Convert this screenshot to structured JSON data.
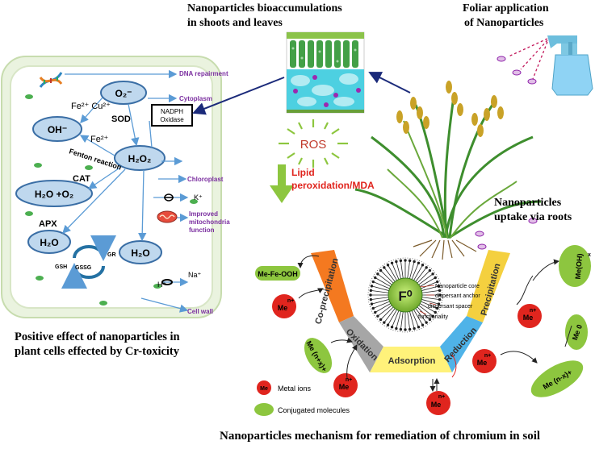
{
  "headings": {
    "bioaccumulation": [
      "Nanoparticles bioaccumulations",
      "in shoots and leaves"
    ],
    "foliar": [
      "Foliar application",
      "of Nanoparticles"
    ],
    "uptake": [
      "Nanoparticles",
      "uptake via roots"
    ],
    "positive": [
      "Positive effect of nanoparticles in",
      "plant cells effected by Cr-toxicity"
    ],
    "mechanism": "Nanoparticles mechanism for remediation of chromium in soil"
  },
  "cell": {
    "species": {
      "superoxide": "O₂⁻",
      "hydroxyl": "OH⁻",
      "h2o2": "H₂O₂",
      "h2o_o2": "H₂O +O₂",
      "h2o_apx": "H₂O",
      "h2o_gr": "H₂O"
    },
    "labels": {
      "fe_cu": "Fe²⁺ Cu²⁺",
      "fe": "Fe²⁺",
      "sod": "SOD",
      "fenton": "Fenton reaction",
      "cat": "CAT",
      "apx": "APX",
      "nadph": [
        "NADPH",
        "Oxidase"
      ],
      "gr": "GR",
      "gsh": "GSH",
      "gssg": "GSSG",
      "k": "K⁺",
      "na": "Na⁺",
      "h": "H⁺"
    },
    "callouts": {
      "dna": "DNA repairment",
      "cytoplasm": "Cytoplasm",
      "chloroplast": "Chloroplast",
      "mito": [
        "Improved",
        "mitochondria",
        "function"
      ],
      "wall": "Cell wall"
    }
  },
  "ros": {
    "label": "ROS",
    "lipid": [
      "Lipid",
      "peroxidation/MDA"
    ]
  },
  "mechanism": {
    "core": "F⁰",
    "nano_labels": [
      "Nanoparticle core",
      "dispersant anchor",
      "dispersant spacer",
      "functionality"
    ],
    "processes": {
      "coprecipitation": "Co-precipitation",
      "oxidation": "Oxidation",
      "adsorption": "Adsorption",
      "reduction": "Reduction",
      "precipitation": "Precipitation"
    },
    "products": {
      "mefeooh": "Me-Fe-OOH",
      "meoh": "Me(OH)",
      "meoh_sub": "x",
      "me_oxid": "Me (n+x)+",
      "me_red": "Me (n-x)+",
      "me_zero": "Me 0"
    },
    "ion": "Me",
    "ion_charge": "n+",
    "legend": {
      "metal": "Metal ions",
      "conjugated": "Conjugated molecules"
    }
  },
  "colors": {
    "accent_purple": "#7b2fa0",
    "arrow_blue": "#5b9bd5",
    "cell_fill": "#bfd8ee",
    "metal_red": "#e0251e",
    "conj_green": "#8dc63f",
    "orange": "#f47920",
    "gray": "#a6a6a6",
    "yellow": "#fff27a",
    "sky": "#4fb3e8",
    "gold": "#f4d03f",
    "ros_red": "#c0392b"
  }
}
